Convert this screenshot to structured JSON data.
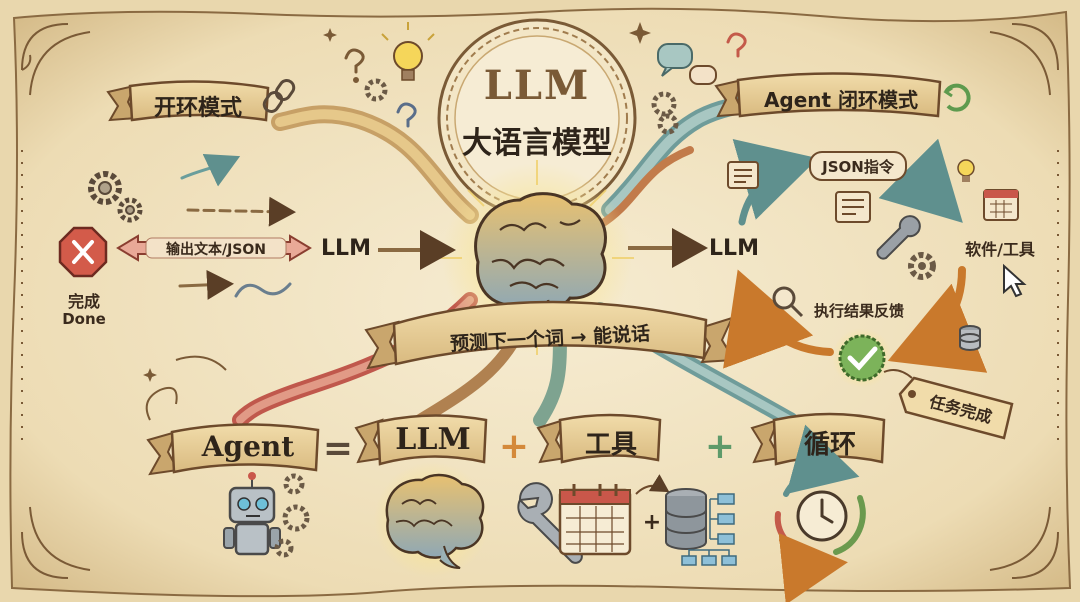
{
  "center": {
    "title": "LLM",
    "subtitle": "大语言模型"
  },
  "banner": {
    "text": "预测下一个词 → 能说话"
  },
  "open_loop": {
    "ribbon_title": "开环模式",
    "output_label": "输出文本/JSON",
    "llm_label": "LLM",
    "done_zh": "完成",
    "done_en": "Done"
  },
  "closed_loop": {
    "ribbon_title": "Agent 闭环模式",
    "llm_label": "LLM",
    "json_cmd_label": "JSON指令",
    "tool_label": "软件/工具",
    "feedback_label": "执行结果反馈",
    "task_done_label": "任务完成"
  },
  "equation": {
    "agent": "Agent",
    "equals": "=",
    "llm": "LLM",
    "plus1": "+",
    "tools": "工具",
    "plus2": "+",
    "loop": "循环",
    "small_plus": "+"
  },
  "icons": {
    "brain": "brain-icon",
    "robot": "robot-icon",
    "gear": "gear-icon",
    "lightbulb": "lightbulb-icon",
    "stop": "stop-x-icon",
    "check": "check-badge-icon",
    "wrench": "wrench-icon",
    "calendar": "calendar-icon",
    "database": "database-icon",
    "flowchart": "flowchart-icon",
    "clock": "clock-icon",
    "magnifier": "magnifier-icon",
    "cursor": "cursor-icon",
    "scroll": "scroll-icon",
    "chat": "chat-bubble-icon",
    "question": "question-icon",
    "link": "link-icon",
    "cycle": "cycle-arrows-icon"
  },
  "colors": {
    "parchment": "#efe3c4",
    "ink": "#3a2a1c",
    "ribbon": "#e6cc98",
    "ribbon_edge": "#6d4a2b",
    "teal": "#6a9e9c",
    "red": "#c45a4a",
    "green": "#6b9a4e",
    "orange": "#d4893a",
    "gold": "#f2d26b"
  }
}
